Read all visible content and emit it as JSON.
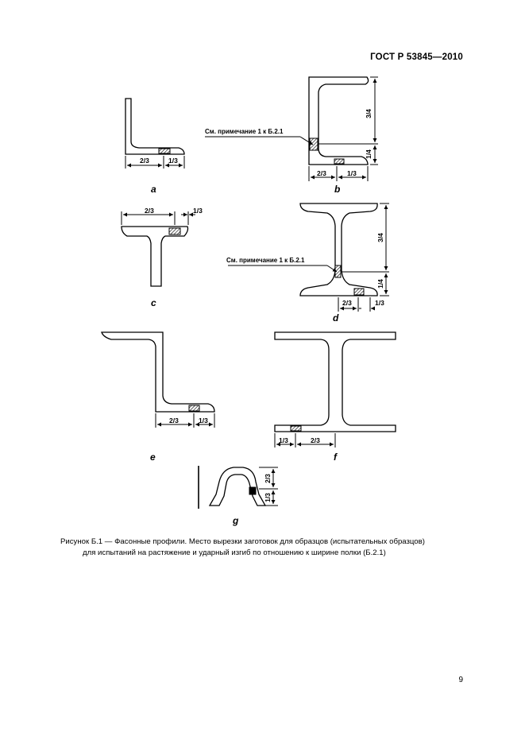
{
  "header": {
    "standard": "ГОСТ Р 53845—2010"
  },
  "figure": {
    "labels": {
      "a": "a",
      "b": "b",
      "c": "c",
      "d": "d",
      "e": "e",
      "f": "f",
      "g": "g"
    },
    "dims": {
      "two_thirds": "2/3",
      "one_third": "1/3",
      "three_quarters": "3/4",
      "one_quarter": "1/4"
    },
    "note": "См. примечание 1 к Б.2.1"
  },
  "caption": {
    "line1": "Рисунок Б.1 — Фасонные профили. Место вырезки заготовок для образцов (испытательных образцов)",
    "line2": "для испытаний на растяжение и ударный изгиб по отношению к ширине полки (Б.2.1)"
  },
  "page_number": "9"
}
